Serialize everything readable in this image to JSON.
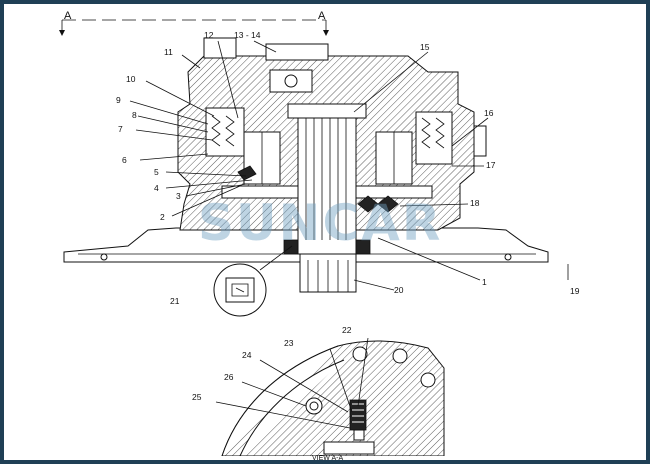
{
  "section": {
    "left_marker": "A",
    "right_marker": "A"
  },
  "view_caption": "VIEW A-A",
  "watermark": "SUNCAR",
  "labels": {
    "p1": "1",
    "p2": "2",
    "p3": "3",
    "p4": "4",
    "p5": "5",
    "p6": "6",
    "p7": "7",
    "p8": "8",
    "p9": "9",
    "p10": "10",
    "p11": "11",
    "p12": "12",
    "p13_14": "13 - 14",
    "p15": "15",
    "p16": "16",
    "p17": "17",
    "p18": "18",
    "p19": "19",
    "p20": "20",
    "p21": "21",
    "p22": "22",
    "p23": "23",
    "p24": "24",
    "p25": "25",
    "p26": "26"
  },
  "colors": {
    "frame": "#1f3f55",
    "watermark": "#6f9fc2",
    "ink": "#111111"
  }
}
